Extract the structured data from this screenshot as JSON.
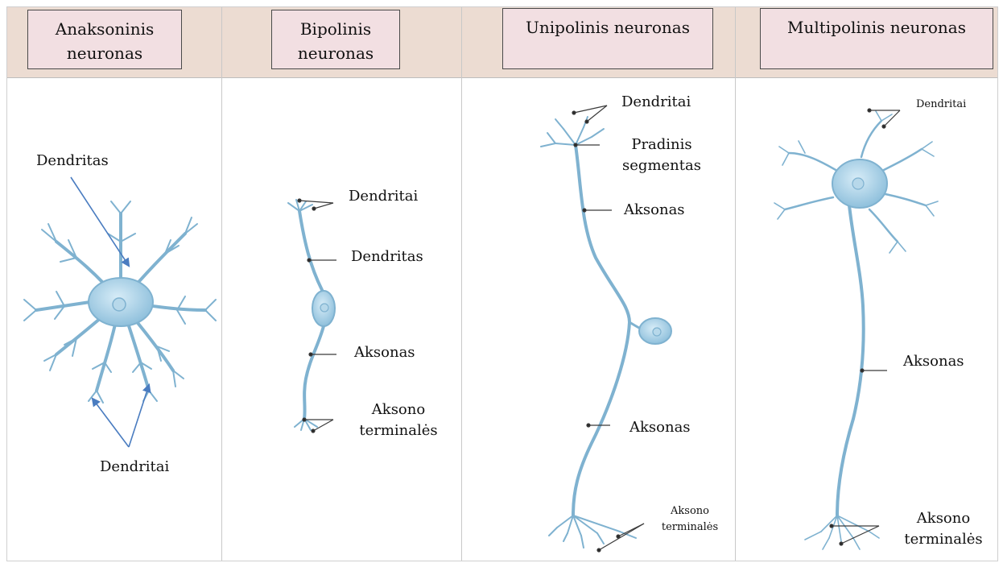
{
  "headers": [
    {
      "line1": "Anaksoninis",
      "line2": "neuronas"
    },
    {
      "line1": "Bipolinis",
      "line2": "neuronas"
    },
    {
      "line1": "Unipolinis neuronas",
      "line2": ""
    },
    {
      "line1": "Multipolinis neuronas",
      "line2": ""
    }
  ],
  "anaxonic": {
    "dendrite_label": "Dendritas",
    "dendrites_label": "Dendritai"
  },
  "bipolar": {
    "dendrites_label": "Dendritai",
    "dendrite_label": "Dendritas",
    "axon_label": "Aksonas",
    "terminals_line1": "Aksono",
    "terminals_line2": "terminalės"
  },
  "unipolar": {
    "dendrites_label": "Dendritai",
    "initial_segment_line1": "Pradinis",
    "initial_segment_line2": "segmentas",
    "axon_label_upper": "Aksonas",
    "axon_label_lower": "Aksonas",
    "terminals_line1": "Aksono",
    "terminals_line2": "terminalės"
  },
  "multipolar": {
    "dendrites_label": "Dendritai",
    "axon_label": "Aksonas",
    "terminals_line1": "Aksono",
    "terminals_line2": "terminalės"
  },
  "colors": {
    "header_band": "#ecdcd2",
    "header_box": "#f2dfe2",
    "neuron_body": "#9cc8df",
    "neuron_stroke": "#6fa3c2",
    "arrow": "#4a7cc0",
    "leader": "#3a3a3a"
  }
}
